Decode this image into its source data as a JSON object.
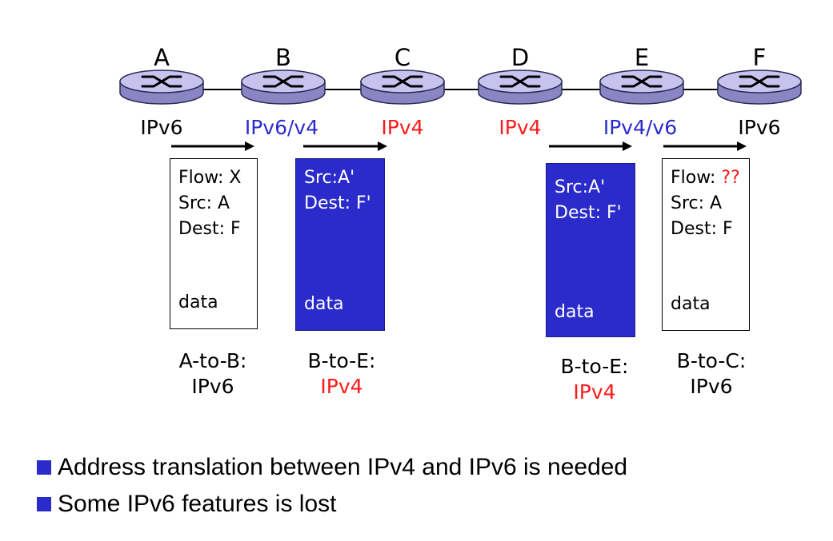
{
  "colors": {
    "blue": "#2b2bcc",
    "red": "#ff1a1a",
    "black": "#000000"
  },
  "routers": [
    {
      "letter": "A",
      "proto": "IPv6",
      "proto_color": "black"
    },
    {
      "letter": "B",
      "proto": "IPv6/v4",
      "proto_color": "blue"
    },
    {
      "letter": "C",
      "proto": "IPv4",
      "proto_color": "red"
    },
    {
      "letter": "D",
      "proto": "IPv4",
      "proto_color": "red"
    },
    {
      "letter": "E",
      "proto": "IPv4/v6",
      "proto_color": "blue"
    },
    {
      "letter": "F",
      "proto": "IPv6",
      "proto_color": "black"
    }
  ],
  "packets": [
    {
      "kind": "ipv6",
      "lines": [
        "Flow: X",
        "Src: A",
        "Dest: F"
      ],
      "data": "data",
      "caption_top": "A-to-B:",
      "caption_bottom": "IPv6",
      "caption_bottom_color": "black"
    },
    {
      "kind": "ipv4",
      "lines": [
        "Src:A'",
        "Dest: F'"
      ],
      "data": "data",
      "caption_top": "B-to-E:",
      "caption_bottom": "IPv4",
      "caption_bottom_color": "red"
    },
    {
      "kind": "ipv4",
      "lines": [
        "Src:A'",
        "Dest: F'"
      ],
      "data": "data",
      "caption_top": "B-to-E:",
      "caption_bottom": "IPv4",
      "caption_bottom_color": "red"
    },
    {
      "kind": "ipv6",
      "flow_label": "Flow: ",
      "flow_value": "??",
      "lines": [
        "Src: A",
        "Dest: F"
      ],
      "data": "data",
      "caption_top": "B-to-C:",
      "caption_bottom": "IPv6",
      "caption_bottom_color": "black"
    }
  ],
  "bullets": [
    "Address translation between IPv4 and IPv6 is needed",
    "Some IPv6 features is lost"
  ]
}
